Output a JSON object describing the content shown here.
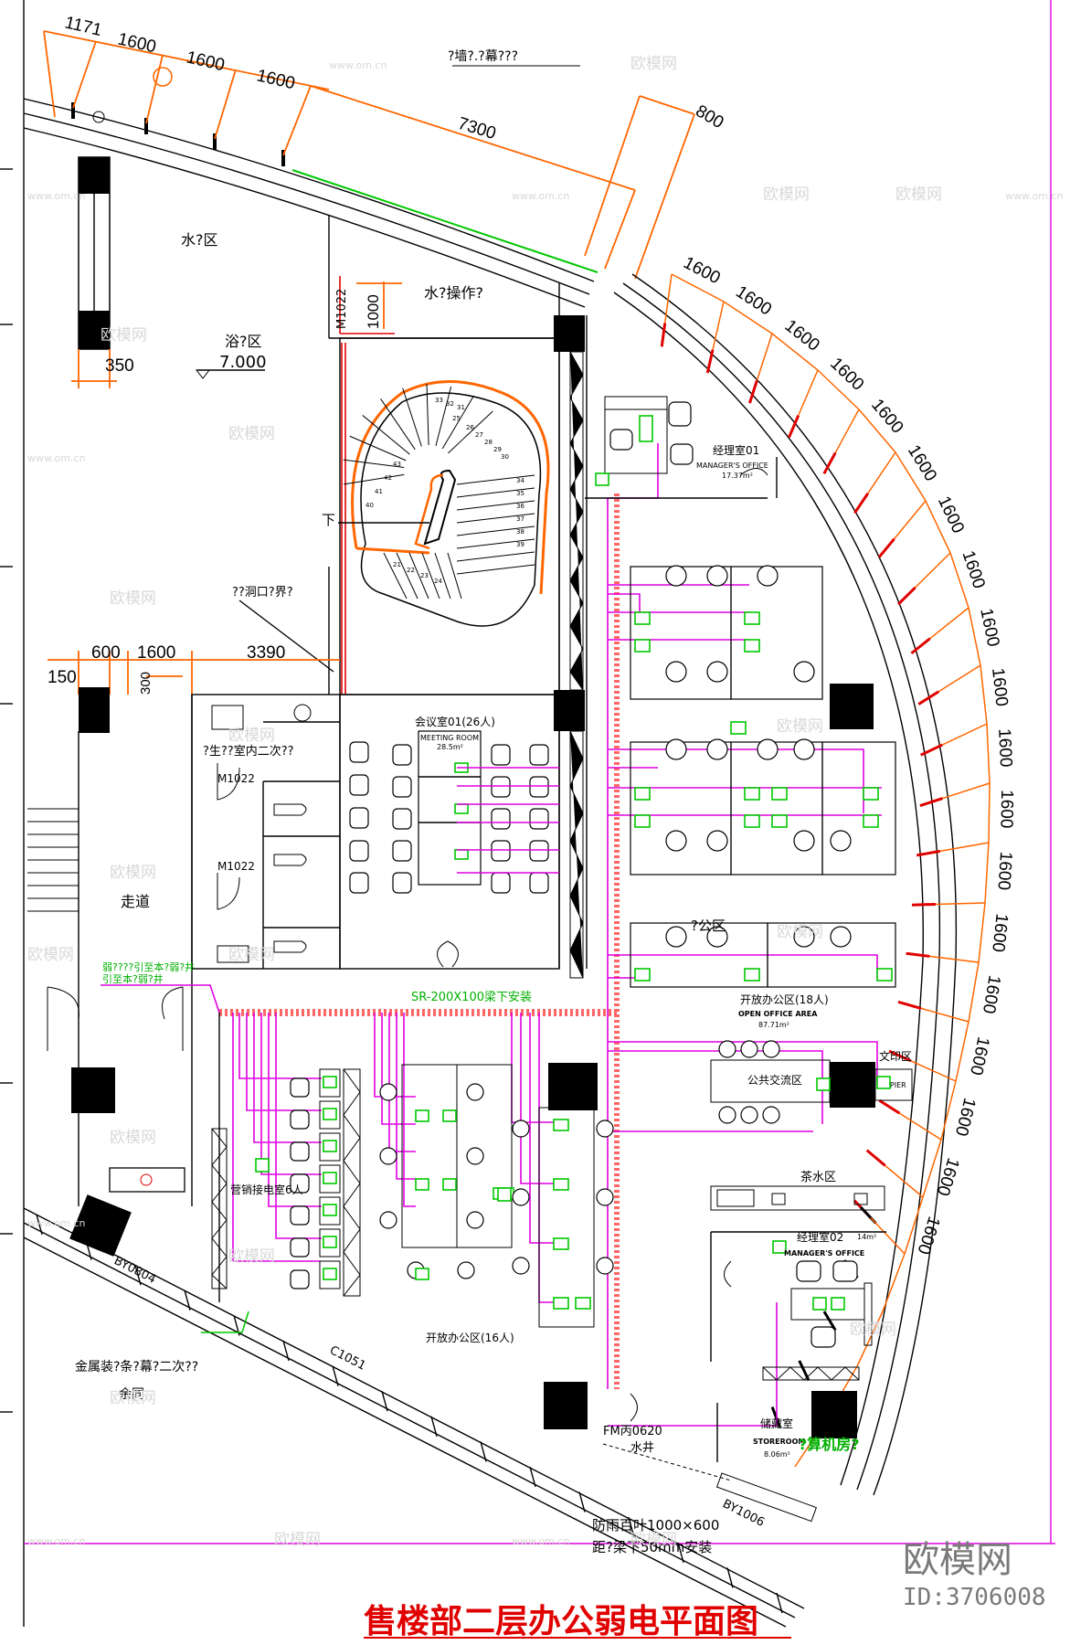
{
  "title": "售楼部二层办公弱电平面图",
  "watermark": {
    "brand": "欧模网",
    "id": "ID:3706008",
    "repeat_text": "欧模网",
    "site_text": "www.om.cn"
  },
  "dimensions": {
    "top": [
      "1171",
      "1600",
      "1600",
      "1600",
      "7300",
      "800"
    ],
    "arc": [
      "1600",
      "1600",
      "1600",
      "1600",
      "1600",
      "1600",
      "1600",
      "1600",
      "1600",
      "1600",
      "1600",
      "1600",
      "1600",
      "1600",
      "1600",
      "1600",
      "1600",
      "1600",
      "1600",
      "1600"
    ],
    "left": {
      "d350": "350",
      "d150": "150",
      "d600": "600",
      "d1600": "1600",
      "d3390": "3390",
      "d300": "300"
    },
    "stair_small": "1000"
  },
  "labels": {
    "top_note": "?墙?.?幕???",
    "water_area": "水?区",
    "water_op": "水?操作?",
    "bath_area": "浴?区",
    "elevation": "7.000",
    "down": "下",
    "opening": "??洞口?界?",
    "door_m1022_top": "M1022",
    "toilet_note": "?生??室内二次??",
    "door_m1022_a": "M1022",
    "door_m1022_b": "M1022",
    "corridor": "走道",
    "cable_note": "弱????引至本?弱?井",
    "cable_note2": "引至本?弱?井",
    "meeting_cn": "会议室01(26人)",
    "meeting_en": "MEETING ROOM",
    "meeting_area": "28.5m²",
    "tray": "SR-200X100梁下安装",
    "manager1_cn": "经理室01",
    "manager1_en": "MANAGER'S OFFICE",
    "manager1_area": "17.37m²",
    "office_cn": "?公区",
    "open_office_cn": "开放办公区(18人)",
    "open_office_en": "OPEN OFFICE AREA",
    "open_office_area": "87.71m²",
    "print_area": "文印区",
    "printer": "COPIER",
    "public_area": "公共交流区",
    "tea_area": "茶水区",
    "manager2_cn": "经理室02",
    "manager2_area": "14m²",
    "manager2_en": "MANAGER'S OFFICE",
    "sales_room": "营销接电室6人",
    "open_office2": "开放办公区(16人)",
    "by0804": "BY0804",
    "c1051": "C1051",
    "metal_note": "金属装?条?幕?二次??",
    "remain": "余同",
    "storage_cn": "储藏室",
    "storage_en": "STOREROOM",
    "storage_area": "8.06m²",
    "computer_room": "?算机房?",
    "fm": "FM丙0620",
    "water_well": "水井",
    "by1006": "BY1006",
    "louver": "防雨百叶1000×600",
    "louver2": "距?梁下50mm安装"
  },
  "colors": {
    "wiring": "#e000e0",
    "outlet": "#00c800",
    "dimension": "#ff6600",
    "column": "#e00000",
    "title": "#e00000"
  },
  "stair_numbers": [
    "34",
    "35",
    "36",
    "37",
    "38",
    "39",
    "40",
    "41",
    "42",
    "43",
    "25",
    "26",
    "27",
    "28",
    "29",
    "30",
    "31",
    "32",
    "33",
    "21",
    "22",
    "23",
    "24"
  ]
}
